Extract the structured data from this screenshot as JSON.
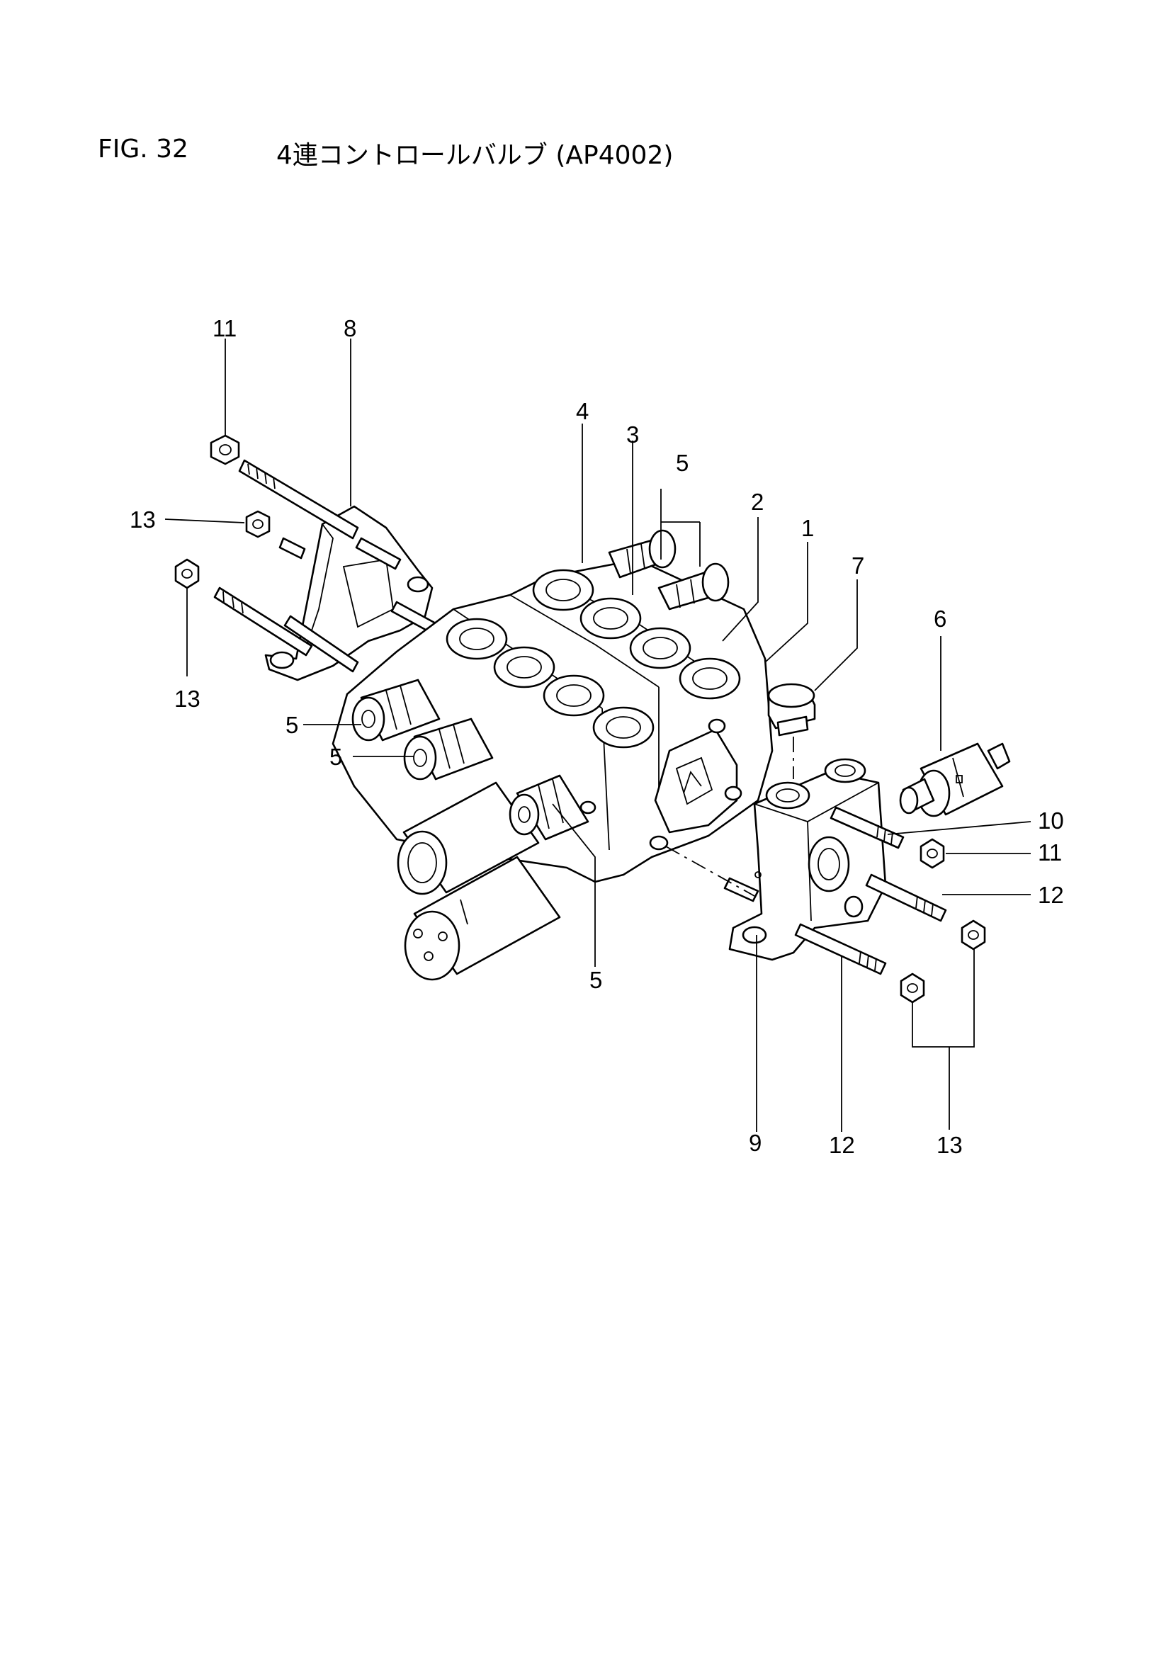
{
  "figure": {
    "number": "FIG. 32",
    "title": "4連コントロールバルブ (AP4002)"
  },
  "callouts": {
    "c1": "1",
    "c2": "2",
    "c3": "3",
    "c4": "4",
    "c5a": "5",
    "c5b": "5",
    "c5c": "5",
    "c5d": "5",
    "c6": "6",
    "c7": "7",
    "c8": "8",
    "c9": "9",
    "c10": "10",
    "c11a": "11",
    "c11b": "11",
    "c12a": "12",
    "c12b": "12",
    "c13a": "13",
    "c13b": "13",
    "c13c": "13"
  },
  "colors": {
    "ink": "#000000",
    "paper": "#ffffff"
  }
}
